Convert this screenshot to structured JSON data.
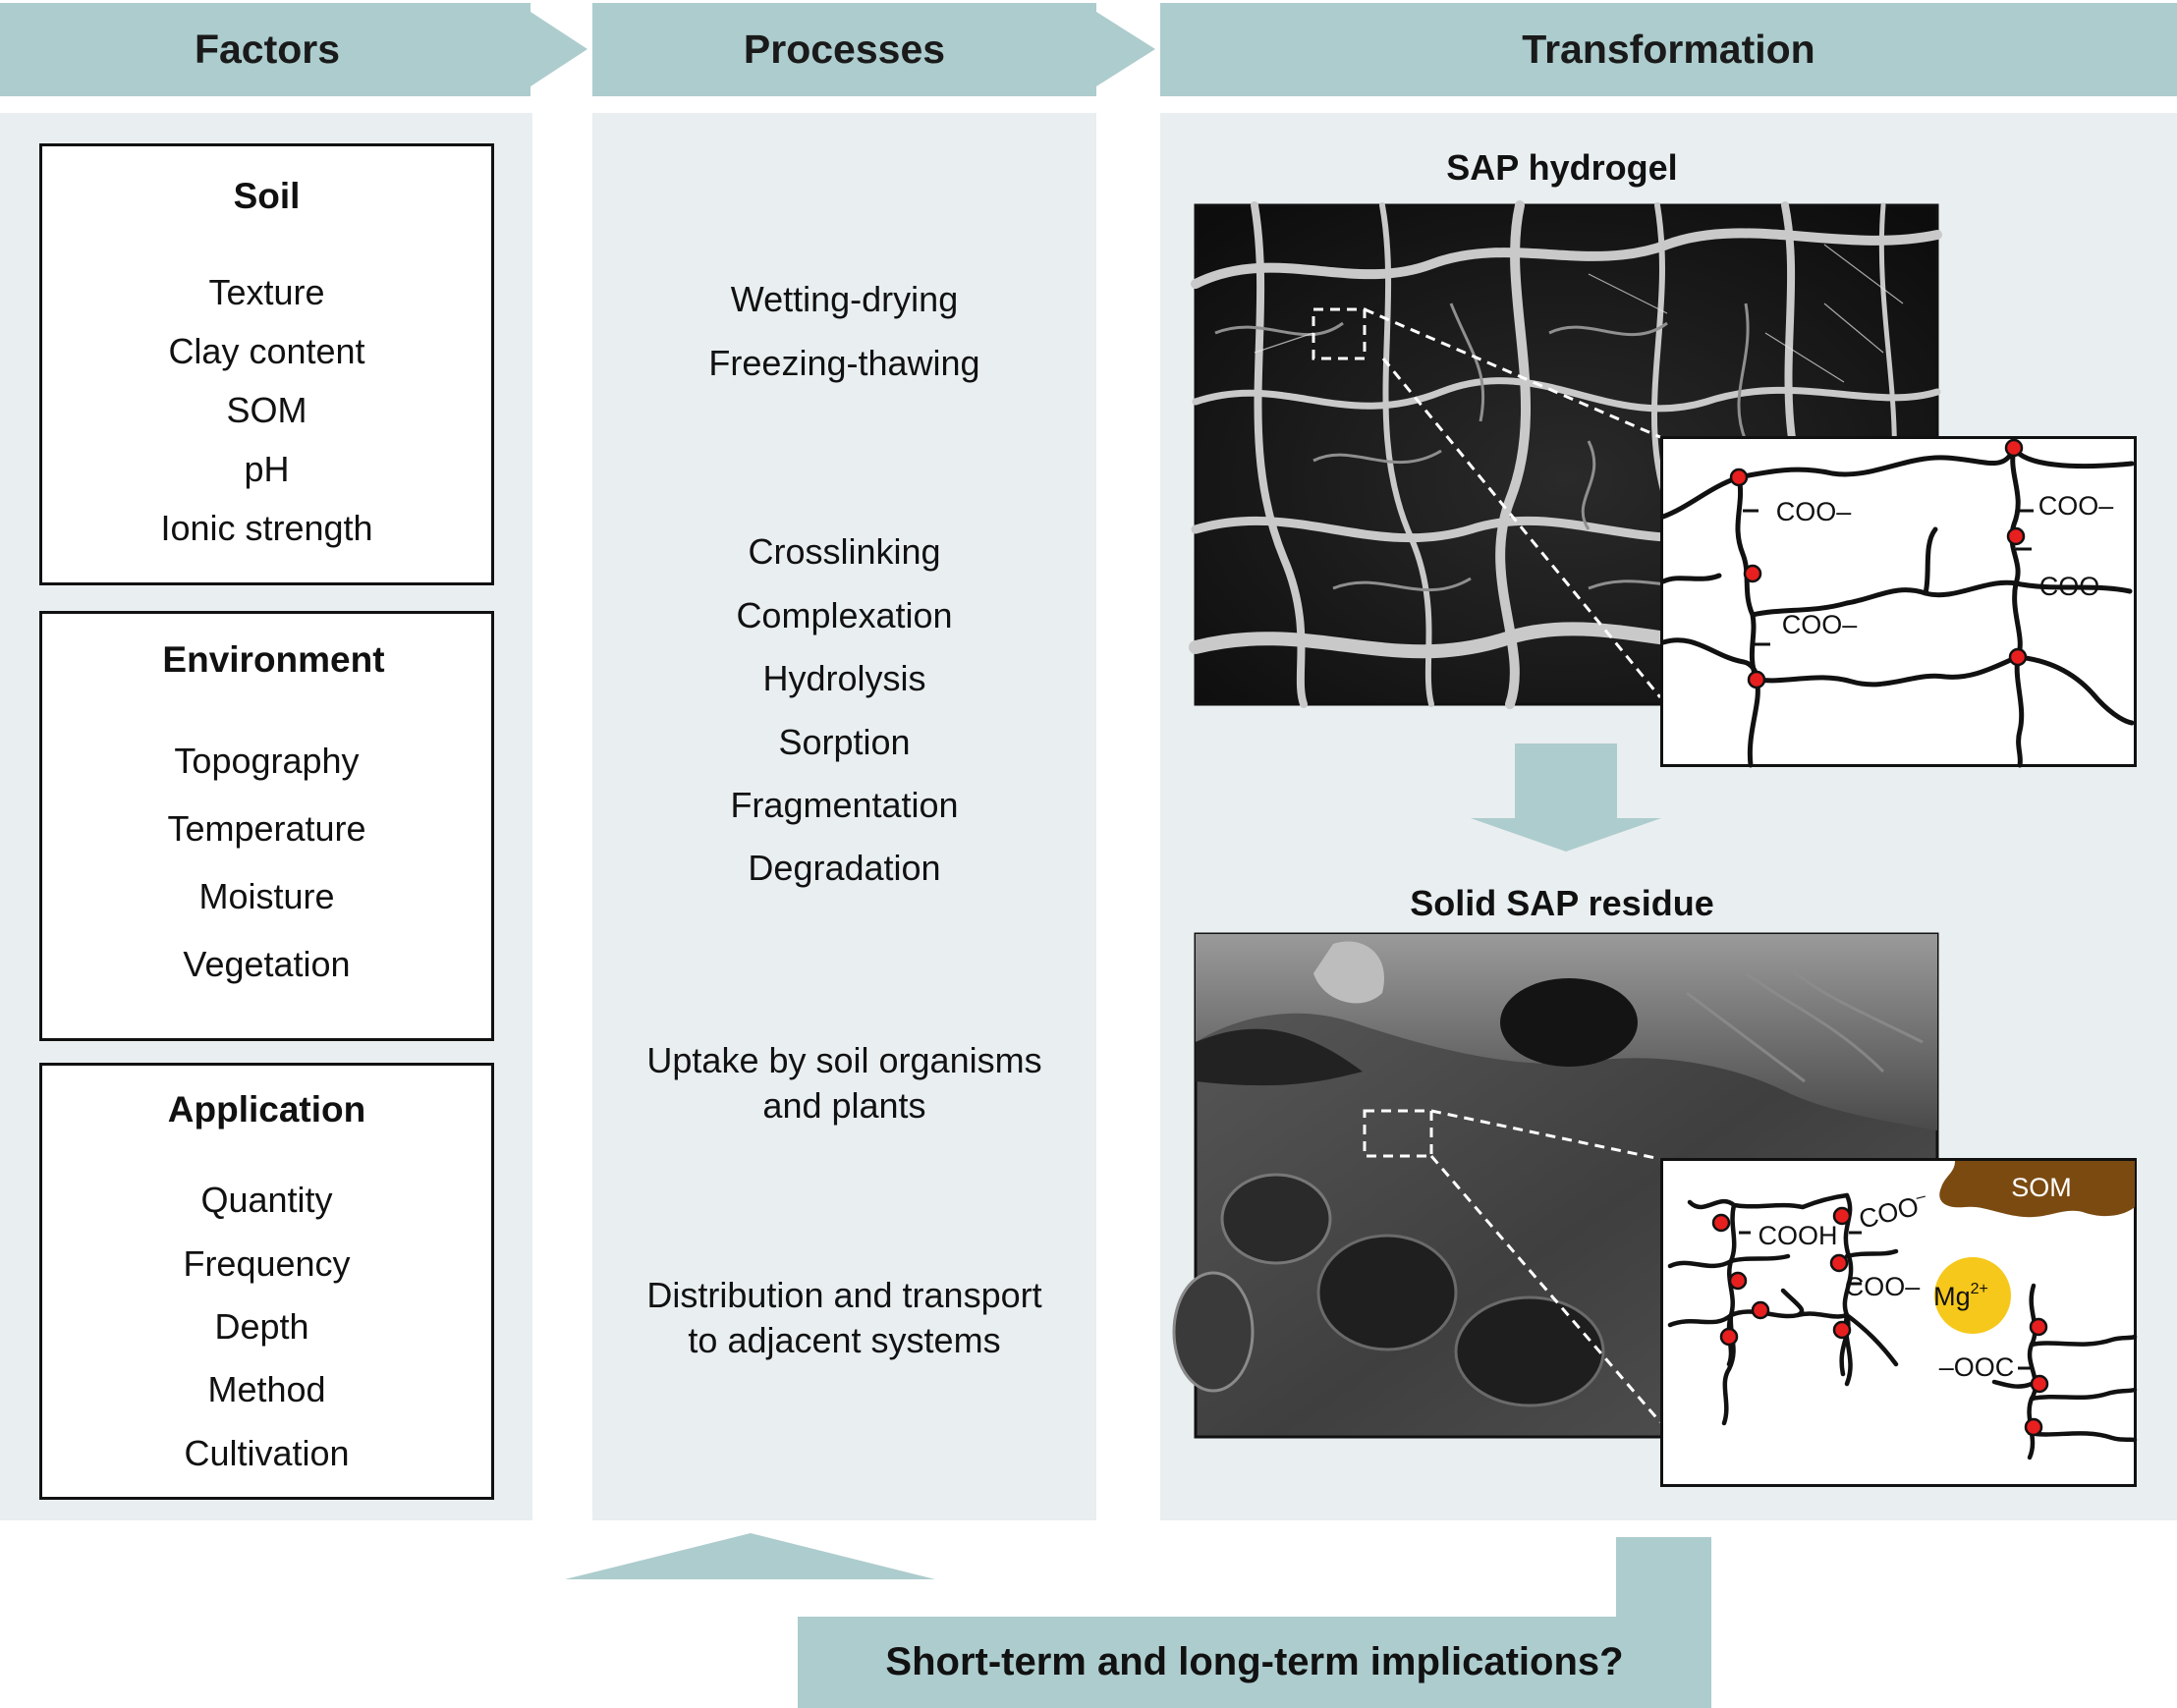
{
  "headers": {
    "factors": "Factors",
    "processes": "Processes",
    "transformation": "Transformation"
  },
  "factors": {
    "soil": {
      "title": "Soil",
      "items": [
        "Texture",
        "Clay content",
        "SOM",
        "pH",
        "Ionic strength"
      ]
    },
    "environment": {
      "title": "Environment",
      "items": [
        "Topography",
        "Temperature",
        "Moisture",
        "Vegetation"
      ]
    },
    "application": {
      "title": "Application",
      "items": [
        "Quantity",
        "Frequency",
        "Depth",
        "Method",
        "Cultivation"
      ]
    }
  },
  "processes": {
    "group1": [
      "Wetting-drying",
      "Freezing-thawing"
    ],
    "group2": [
      "Crosslinking",
      "Complexation",
      "Hydrolysis",
      "Sorption",
      "Fragmentation",
      "Degradation"
    ],
    "group3": [
      "Uptake by soil organisms",
      "and plants"
    ],
    "group4": [
      "Distribution and transport",
      "to adjacent systems"
    ]
  },
  "transformation": {
    "hydrogel_title": "SAP hydrogel",
    "residue_title": "Solid SAP residue",
    "hydrogel_labels": [
      "COO–",
      "COO–",
      "COO–",
      "COO–"
    ],
    "residue_labels": {
      "cooh": "COOH",
      "coo1": "COO",
      "coo2": "COO–",
      "ooc": "–OOC",
      "mg": "Mg",
      "mg_charge": "2+",
      "som": "SOM"
    }
  },
  "bottom": {
    "question": "Short-term and long-term implications?"
  },
  "colors": {
    "header_bg": "#adcccd",
    "panel_bg": "#e9eef0",
    "arrow": "#adcccd",
    "crosslink_dot": "#e81f1f",
    "mg_ion": "#f6c81b",
    "som": "#7b4a11"
  }
}
